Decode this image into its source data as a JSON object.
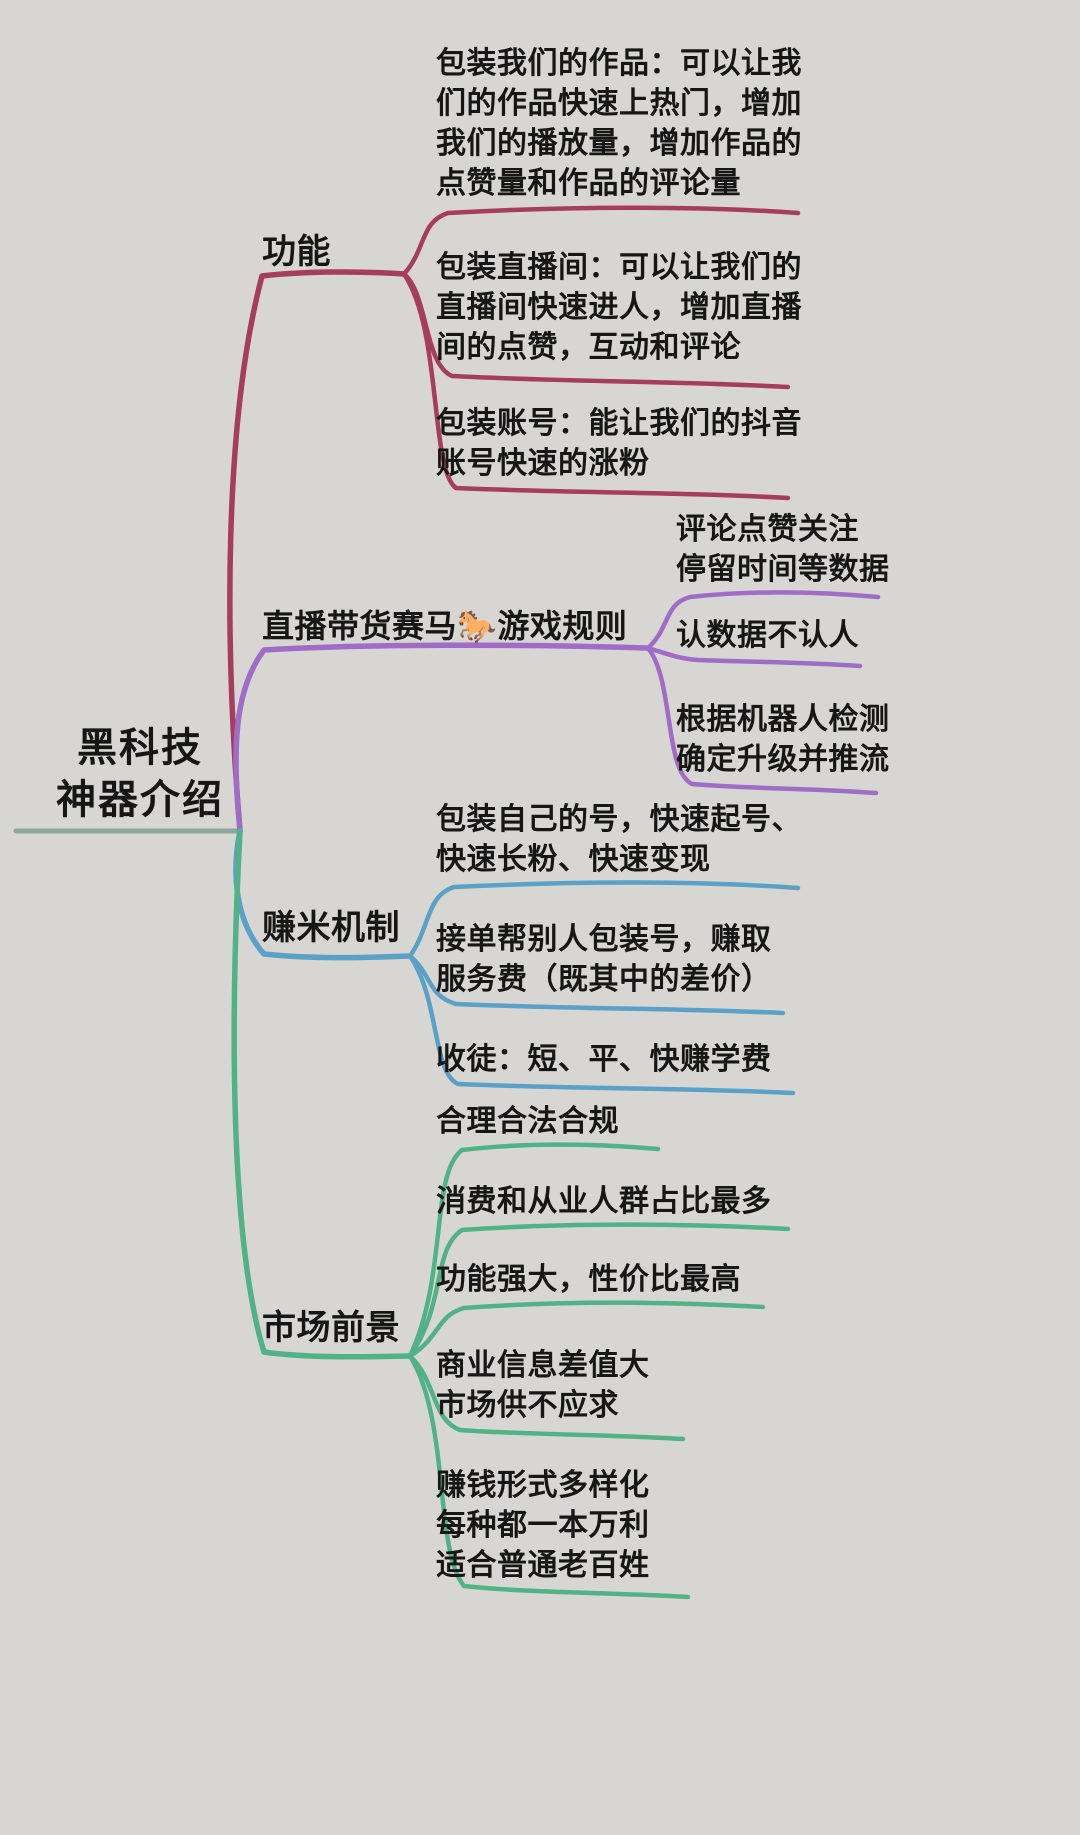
{
  "canvas": {
    "background": "#d7d6d3",
    "text_color": "#161616",
    "root_line_color": "#8fa69b"
  },
  "root": {
    "title": "黑科技\n神器介绍"
  },
  "branches": [
    {
      "label": "功能",
      "color": "#a63c5e",
      "children": [
        {
          "text": "包装我们的作品：可以让我\n们的作品快速上热门，增加\n我们的播放量，增加作品的\n点赞量和作品的评论量"
        },
        {
          "text": "包装直播间：可以让我们的\n直播间快速进人，增加直播\n间的点赞，互动和评论"
        },
        {
          "text": "包装账号：能让我们的抖音\n账号快速的涨粉"
        }
      ]
    },
    {
      "label": "直播带货赛马🐎游戏规则",
      "color": "#a06cc8",
      "children": [
        {
          "text": "评论点赞关注\n停留时间等数据"
        },
        {
          "text": "认数据不认人"
        },
        {
          "text": "根据机器人检测\n确定升级并推流"
        }
      ]
    },
    {
      "label": "赚米机制",
      "color": "#5ba0c6",
      "children": [
        {
          "text": "包装自己的号，快速起号、\n快速长粉、快速变现"
        },
        {
          "text": "接单帮别人包装号，赚取\n服务费（既其中的差价）"
        },
        {
          "text": "收徒：短、平、快赚学费"
        }
      ]
    },
    {
      "label": "市场前景",
      "color": "#52b287",
      "children": [
        {
          "text": "合理合法合规"
        },
        {
          "text": "消费和从业人群占比最多"
        },
        {
          "text": "功能强大，性价比最高"
        },
        {
          "text": "商业信息差值大\n市场供不应求"
        },
        {
          "text": "赚钱形式多样化\n每种都一本万利\n适合普通老百姓"
        }
      ]
    }
  ]
}
